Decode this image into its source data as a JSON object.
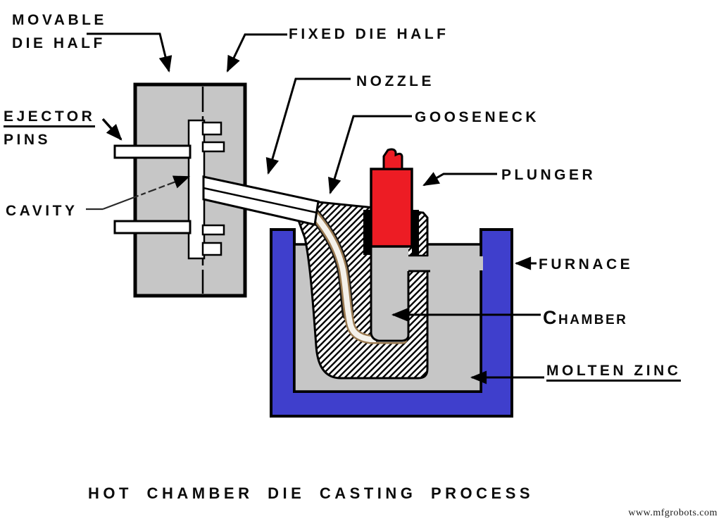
{
  "diagram_title": "HOT CHAMBER DIE CASTING PROCESS",
  "watermark": "www.mfgrobots.com",
  "labels": {
    "movable_die_half": {
      "line1": "MOVABLE",
      "line2": "DIE HALF"
    },
    "fixed_die_half": "FIXED DIE HALF",
    "nozzle": "NOZZLE",
    "gooseneck": "GOOSENECK",
    "plunger": "PLUNGER",
    "ejector_pins": {
      "line1": "EJECTOR",
      "line2": "PINS"
    },
    "cavity": "CAVITY",
    "furnace": "FURNACE",
    "chamber": "Chamber",
    "molten_zinc": "MOLTEN ZINC"
  },
  "colors": {
    "die_and_zinc_gray": "#c6c6c6",
    "furnace_blue": "#3f3fcc",
    "plunger_red": "#ed1c24",
    "channel_lining_tan": "#9b7b52",
    "outline_black": "#000000",
    "background_white": "#ffffff"
  }
}
